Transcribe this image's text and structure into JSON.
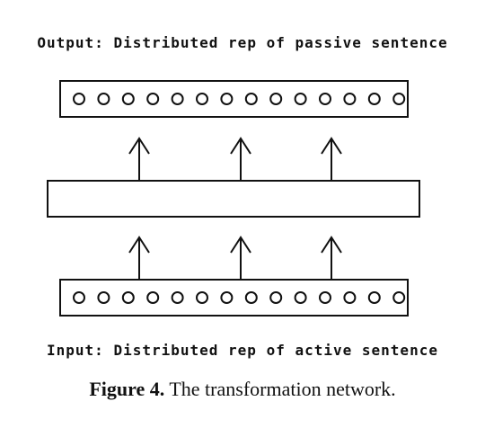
{
  "output_label": "Output: Distributed rep of passive sentence",
  "input_label": "Input: Distributed rep of active sentence",
  "caption": {
    "number": "Figure 4.",
    "text": " The transformation network."
  },
  "units_per_layer": 14,
  "arrow_count": 3
}
